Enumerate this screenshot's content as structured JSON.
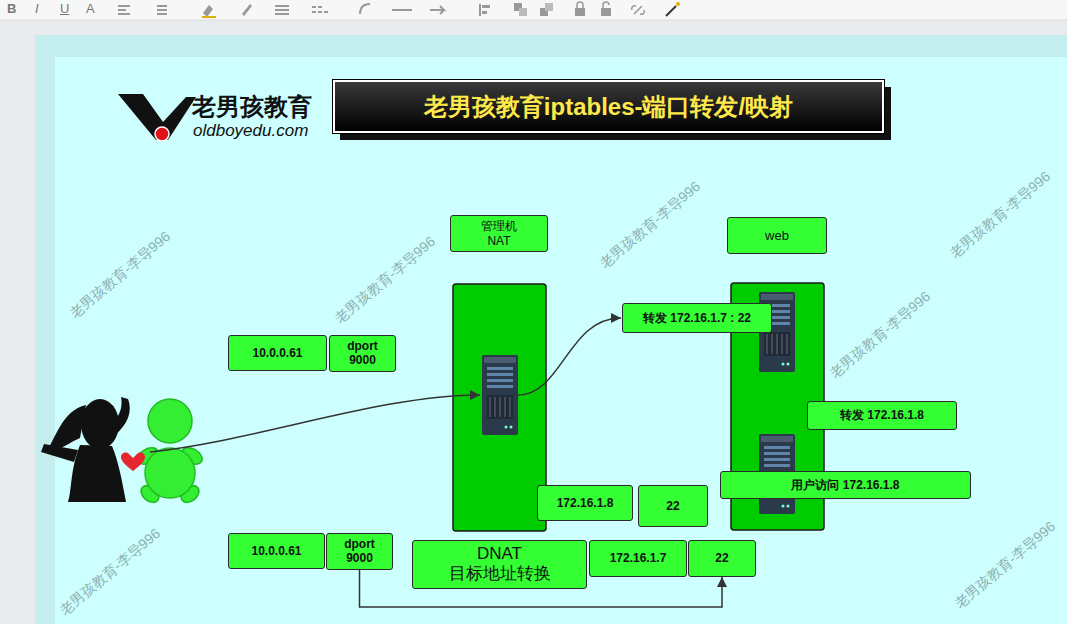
{
  "diagram": {
    "title": "老男孩教育iptables-端口转发/映射",
    "nodes": [
      {
        "text": [
          "管理机 NAT"
        ]
      },
      {
        "text": [
          "web"
        ]
      },
      {
        "text": [
          "10.0.0.61"
        ]
      },
      {
        "text": [
          "dport 9000"
        ]
      },
      {
        "text": [
          "转发 172.16.1.7 : 22"
        ]
      },
      {
        "text": [
          "转发 172.16.1.8"
        ]
      },
      {
        "text": [
          "用户访问 172.16.1.8"
        ]
      },
      {
        "text": [
          "172.16.1.8"
        ]
      },
      {
        "text": [
          "22"
        ]
      },
      {
        "text": [
          "10.0.0.61"
        ]
      },
      {
        "text": [
          "dport 9000"
        ]
      },
      {
        "text": [
          "DNAT 目标地址转换"
        ]
      },
      {
        "text": [
          "172.16.1.7"
        ]
      },
      {
        "text": [
          "22"
        ]
      }
    ],
    "edges": [
      {
        "from": 10,
        "to": 13,
        "arrow": "to"
      }
    ],
    "labels": [
      "B",
      "I",
      "U",
      "A",
      "老男孩教育",
      "oldboyedu.com",
      "老男孩教育-李导996",
      "老男孩教育-李导996",
      "老男孩教育-李导996",
      "老男孩教育-李导996",
      "老男孩教育-李导996",
      "老男孩教育-李导996",
      "老男孩教育-李导996"
    ]
  }
}
